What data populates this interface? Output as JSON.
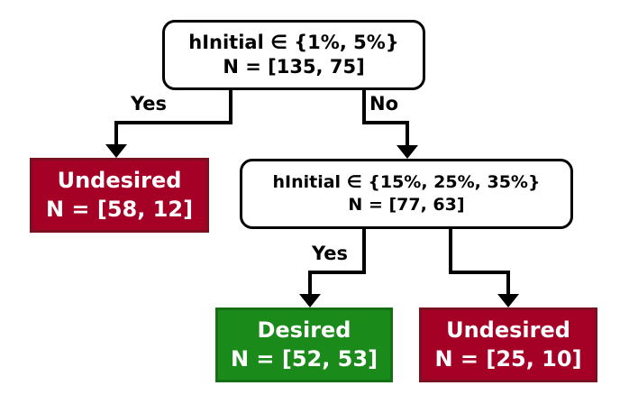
{
  "tree": {
    "root": {
      "condition": "hInitial ∈ {1%, 5%}",
      "counts": "N = [135, 75]"
    },
    "yes_label_1": "Yes",
    "no_label_1": "No",
    "leaf_left": {
      "label": "Undesired",
      "counts": "N = [58, 12]",
      "color": "#a50026"
    },
    "inner": {
      "condition": "hInitial ∈ {15%, 25%, 35%}",
      "counts": "N = [77, 63]"
    },
    "yes_label_2": "Yes",
    "leaf_middle": {
      "label": "Desired",
      "counts": "N = [52, 53]",
      "color": "#1a8a1a"
    },
    "leaf_right": {
      "label": "Undesired",
      "counts": "N = [25, 10]",
      "color": "#a50026"
    }
  }
}
